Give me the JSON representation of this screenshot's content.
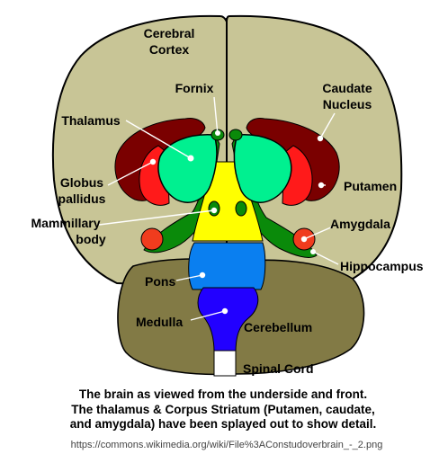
{
  "labels": {
    "cerebral_cortex_1": "Cerebral",
    "cerebral_cortex_2": "Cortex",
    "fornix": "Fornix",
    "caudate_1": "Caudate",
    "caudate_2": "Nucleus",
    "thalamus": "Thalamus",
    "globus_1": "Globus",
    "globus_2": "pallidus",
    "putamen": "Putamen",
    "mammillary_1": "Mammillary",
    "mammillary_2": "body",
    "amygdala": "Amygdala",
    "hippocampus": "Hippocampus",
    "pons": "Pons",
    "medulla": "Medulla",
    "cerebellum": "Cerebellum",
    "spinal_cord": "Spinal Cord"
  },
  "caption": {
    "line1": "The brain as viewed from the underside and front.",
    "line2": "The thalamus & Corpus Striatum (Putamen, caudate,",
    "line3": "and amygdala) have been splayed out to show detail."
  },
  "source": "https://commons.wikimedia.org/wiki/File%3AConstudoverbrain_-_2.png",
  "colors": {
    "cortex": "#c8c596",
    "cerebellum": "#827a45",
    "caudate": "#7a0000",
    "putamen_red": "#ff1a1a",
    "thalamus": "#00f090",
    "fornix_green": "#0a8a0a",
    "midbrain_yellow": "#ffff00",
    "pons_blue": "#0a7ff0",
    "medulla_blue": "#2200ff",
    "amygdala": "#f03c1e",
    "outline": "#000000"
  }
}
